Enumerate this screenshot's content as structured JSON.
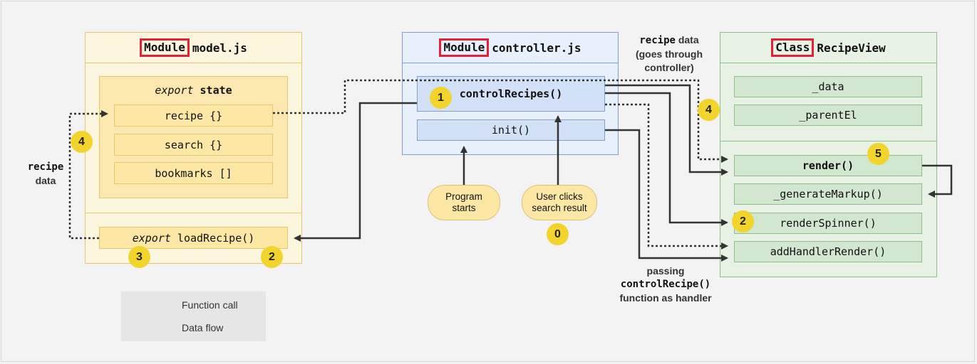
{
  "model": {
    "keyword": "Module",
    "name": "model.js",
    "state_label_italic": "export",
    "state_label_bold": "state",
    "items": [
      "recipe {}",
      "search {}",
      "bookmarks []"
    ],
    "load_italic": "export",
    "load_name": "loadRecipe()"
  },
  "controller": {
    "keyword": "Module",
    "name": "controller.js",
    "control_recipes": "controlRecipes()",
    "init": "init()"
  },
  "view": {
    "keyword": "Class",
    "name": "RecipeView",
    "fields": [
      "_data",
      "_parentEl"
    ],
    "methods": [
      "render()",
      "_generateMarkup()",
      "renderSpinner()",
      "addHandlerRender()"
    ]
  },
  "events": {
    "program_starts": [
      "Program",
      "starts"
    ],
    "user_clicks": [
      "User clicks",
      "search result"
    ]
  },
  "notes": {
    "top_right": {
      "code": "recipe",
      "rest": "data",
      "line2": "(goes through",
      "line3": "controller)"
    },
    "left": {
      "code": "recipe",
      "line2": "data"
    },
    "bottom": {
      "line1": "passing",
      "code": "controlRecipe()",
      "line3": "function as handler"
    }
  },
  "badges": {
    "controller_control": "1",
    "event_zero": "0",
    "model_state": "4",
    "model_load_left": "3",
    "model_load_right": "2",
    "view_data": "4",
    "view_render": "5",
    "view_spinner": "2"
  },
  "legend": {
    "function_call": "Function call",
    "data_flow": "Data flow"
  },
  "colors": {
    "model_fill": "#fdf6df",
    "controller_fill": "#e8f0fb",
    "view_fill": "#e7f2e4",
    "tag_border": "#e2223b",
    "badge": "#f2d42c",
    "arrow": "#333333"
  }
}
